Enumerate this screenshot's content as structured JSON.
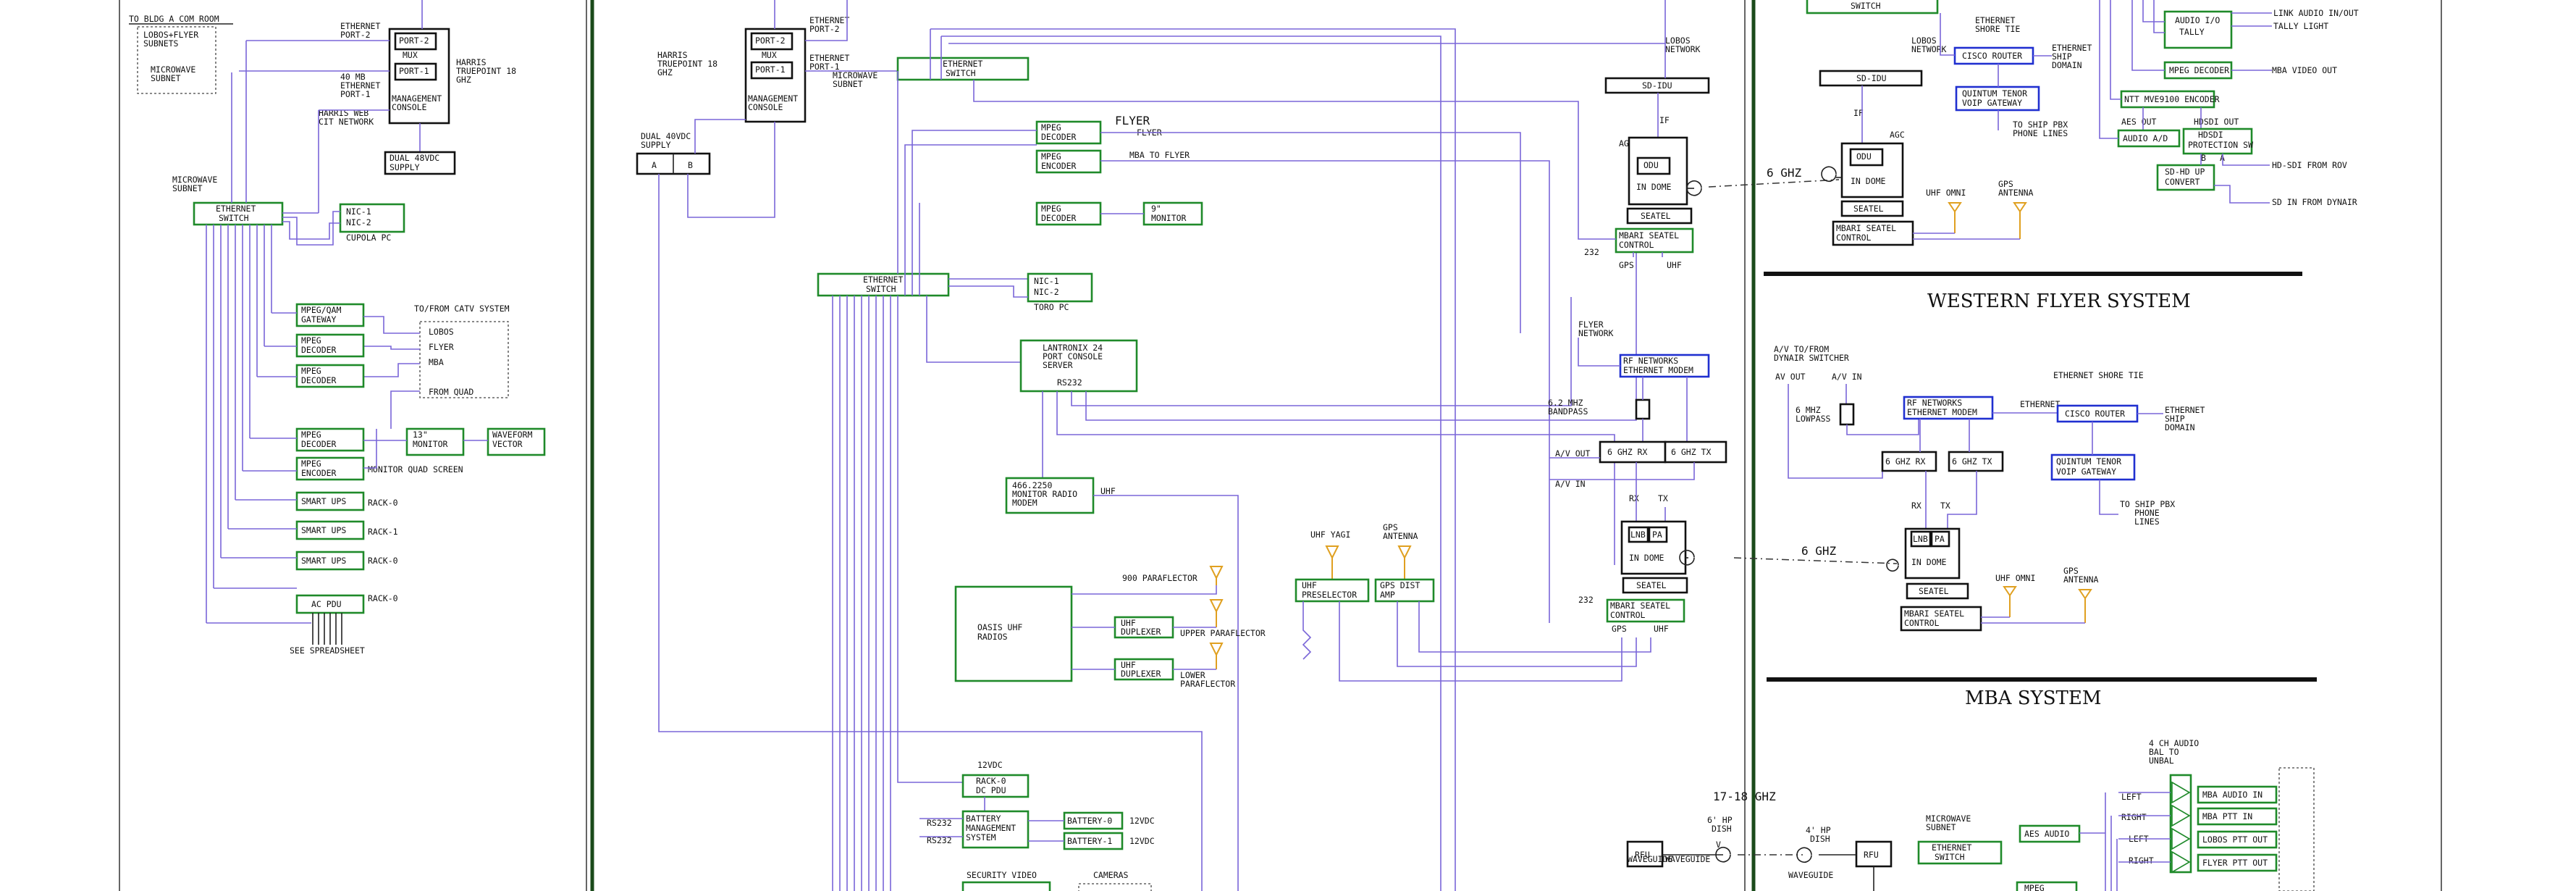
{
  "left": {
    "to_bldg": "TO BLDG A COM ROOM",
    "lobos_flyer_subnets": "LOBOS+FLYER",
    "subnets": "SUBNETS",
    "microwave": "MICROWAVE",
    "subnet": "SUBNET",
    "ethernet_port2": "ETHERNET",
    "port2": "PORT-2",
    "mb40": "40 MB",
    "ethernet_port1": "ETHERNET",
    "port1": "PORT-1",
    "harris_web": "HARRIS WEB",
    "cit_network": "CIT NETWORK",
    "mux_port2": "PORT-2",
    "mux": "MUX",
    "mux_port1": "PORT-1",
    "mgmt1": "MANAGEMENT",
    "mgmt2": "CONSOLE",
    "harris1": "HARRIS",
    "harris2": "TRUEPOINT 18",
    "harris3": "GHZ",
    "dual48_1": "DUAL 48VDC",
    "dual48_2": "SUPPLY",
    "mw_subnet1": "MICROWAVE",
    "mw_subnet2": "SUBNET",
    "eth_switch1": "ETHERNET",
    "eth_switch2": "SWITCH",
    "nic1": "NIC-1",
    "nic2": "NIC-2",
    "cupola_pc": "CUPOLA PC",
    "mpeg_qam1": "MPEG/QAM",
    "mpeg_qam2": "GATEWAY",
    "catv": "TO/FROM CATV SYSTEM",
    "catv_lobos": "LOBOS",
    "catv_flyer": "FLYER",
    "catv_mba": "MBA",
    "catv_quad": "FROM QUAD",
    "mpeg": "MPEG",
    "decoder": "DECODER",
    "encoder": "ENCODER",
    "monitor13_1": "13\"",
    "monitor13_2": "MONITOR",
    "waveform1": "WAVEFORM",
    "waveform2": "VECTOR",
    "monitor_quad": "MONITOR QUAD SCREEN",
    "smart_ups": "SMART UPS",
    "rack0": "RACK-0",
    "rack1": "RACK-1",
    "rack0b": "RACK-0",
    "ac_pdu": "AC PDU",
    "rack0c": "RACK-0",
    "see_spreadsheet": "SEE SPREADSHEET"
  },
  "middle": {
    "harris1": "HARRIS",
    "harris2": "TRUEPOINT 18",
    "harris3": "GHZ",
    "mux_port2": "PORT-2",
    "mux": "MUX",
    "mux_port1": "PORT-1",
    "mgmt1": "MANAGEMENT",
    "mgmt2": "CONSOLE",
    "eth_port2a": "ETHERNET",
    "eth_port2b": "PORT-2",
    "eth_port1a": "ETHERNET",
    "eth_port1b": "PORT-1",
    "mw_subnet1": "MICROWAVE",
    "mw_subnet2": "SUBNET",
    "eth_switch_top1": "ETHERNET",
    "eth_switch_top2": "SWITCH",
    "dual40_1": "DUAL 40VDC",
    "dual40_2": "SUPPLY",
    "box_a": "A",
    "box_b": "B",
    "mpeg": "MPEG",
    "decoder": "DECODER",
    "encoder": "ENCODER",
    "flyer": "FLYER",
    "flyer_small": "FLYER",
    "mba_to_flyer": "MBA TO FLYER",
    "monitor9_1": "9\"",
    "monitor9_2": "MONITOR",
    "eth_switch1": "ETHERNET",
    "eth_switch2": "SWITCH",
    "nic1": "NIC-1",
    "nic2": "NIC-2",
    "toro_pc": "TORO PC",
    "lantronix1": "LANTRONIX 24",
    "lantronix2": "PORT CONSOLE",
    "lantronix3": "SERVER",
    "rs232": "RS232",
    "radio1": "466.2250",
    "radio2": "MONITOR RADIO",
    "radio3": "MODEM",
    "uhf": "UHF",
    "parafl900": "900 PARAFLECTOR",
    "oasis1": "OASIS UHF",
    "oasis2": "RADIOS",
    "uhf_dup1": "UHF",
    "uhf_dup2": "DUPLEXER",
    "upper_para": "UPPER PARAFLECTOR",
    "lower_para1": "LOWER",
    "lower_para2": "PARAFLECTOR",
    "uhf_yagi": "UHF YAGI",
    "gps_ant1": "GPS",
    "gps_ant2": "ANTENNA",
    "uhf_pre1": "UHF",
    "uhf_pre2": "PRESELECTOR",
    "gps_dist1": "GPS DIST",
    "gps_dist2": "AMP",
    "v12": "12VDC",
    "rack0_1": "RACK-0",
    "rack0_2": "DC PDU",
    "batt_mgmt1": "BATTERY",
    "batt_mgmt2": "MANAGEMENT",
    "batt_mgmt3": "SYSTEM",
    "rs232a": "RS232",
    "rs232b": "RS232",
    "battery0": "BATTERY-0",
    "battery1": "BATTERY-1",
    "v12b": "12VDC",
    "v12c": "12VDC",
    "security_video": "SECURITY VIDEO",
    "cameras": "CAMERAS",
    "lobos_network1": "LOBOS",
    "lobos_network2": "NETWORK",
    "sd_idu": "SD-IDU",
    "if": "IF",
    "agc": "AGC",
    "odu": "ODU",
    "in_dome": "IN DOME",
    "seatel": "SEATEL",
    "mbari_seatel1": "MBARI SEATEL",
    "mbari_seatel2": "CONTROL",
    "n232": "232",
    "gps": "GPS",
    "uhf2": "UHF",
    "ghz6": "6 GHZ",
    "flyer_net1": "FLYER",
    "flyer_net2": "NETWORK",
    "rf_net1": "RF NETWORKS",
    "rf_net2": "ETHERNET MODEM",
    "bandpass1": "6.2 MHZ",
    "bandpass2": "BANDPASS",
    "av_out": "A/V OUT",
    "av_in": "A/V IN",
    "rx6": "6 GHZ RX",
    "tx6": "6 GHZ TX",
    "rx": "RX",
    "tx": "TX",
    "lnb": "LNB",
    "pa": "PA",
    "in_dome2": "IN DOME",
    "seatel2": "SEATEL",
    "n232b": "232",
    "mbari2_1": "MBARI SEATEL",
    "mbari2_2": "CONTROL",
    "gps2": "GPS",
    "uhf3": "UHF",
    "ghz_1718": "17-18 GHZ",
    "rfu": "RFU",
    "dish1": "6' HP",
    "dish2": "DISH",
    "dish3": "V",
    "waveguide": "WAVEGUIDE"
  },
  "right": {
    "switch_top": "SWITCH",
    "lobos_net1": "LOBOS",
    "lobos_net2": "NETWORK",
    "eth_shore1": "ETHERNET",
    "eth_shore2": "SHORE TIE",
    "cisco": "CISCO ROUTER",
    "eth_ship1": "ETHERNET",
    "eth_ship2": "SHIP",
    "eth_ship3": "DOMAIN",
    "quintum1": "QUINTUM TENOR",
    "quintum2": "VOIP GATEWAY",
    "ship_pbx1": "TO SHIP PBX",
    "ship_pbx2": "PHONE LINES",
    "sd_idu": "SD-IDU",
    "if": "IF",
    "agc": "AGC",
    "odu": "ODU",
    "in_dome": "IN DOME",
    "seatel": "SEATEL",
    "mbari1": "MBARI SEATEL",
    "mbari2": "CONTROL",
    "uhf_omni": "UHF OMNI",
    "gps_ant1": "GPS",
    "gps_ant2": "ANTENNA",
    "audio_io1": "AUDIO I/O",
    "audio_io2": "TALLY",
    "link_audio": "LINK AUDIO IN/OUT",
    "tally_light": "TALLY LIGHT",
    "mpeg_decoder": "MPEG DECODER",
    "mba_video_out": "MBA VIDEO OUT",
    "ntt": "NTT MVE9100 ENCODER",
    "aes_out": "AES OUT",
    "hdsdi_out": "HDSDI OUT",
    "audio_ad": "AUDIO A/D",
    "hdsdi_prot1": "HDSDI",
    "hdsdi_prot2": "PROTECTION SW",
    "a": "A",
    "b": "B",
    "hdsdi_rov": "HD-SDI FROM ROV",
    "sdhd1": "SD-HD UP",
    "sdhd2": "CONVERT",
    "sd_dynair": "SD IN FROM DYNAIR",
    "wf_title": "WESTERN FLYER SYSTEM",
    "av_dynair1": "A/V TO/FROM",
    "av_dynair2": "DYNAIR SWITCHER",
    "av_out": "AV OUT",
    "av_in": "A/V IN",
    "lowpass1": "6 MHZ",
    "lowpass2": "LOWPASS",
    "rf_net1": "RF NETWORKS",
    "rf_net2": "ETHERNET MODEM",
    "ethernet": "ETHERNET",
    "eth_shore_tie": "ETHERNET SHORE TIE",
    "cisco2": "CISCO ROUTER",
    "pbx1": "TO SHIP PBX",
    "pbx2": "PHONE",
    "pbx3": "LINES",
    "rx6": "6 GHZ RX",
    "tx6": "6 GHZ TX",
    "rx": "RX",
    "tx": "TX",
    "lnb": "LNB",
    "pa": "PA",
    "in_dome2": "IN DOME",
    "ghz6": "6 GHZ",
    "seatel2": "SEATEL",
    "uhf_omni2": "UHF OMNI",
    "gps2a": "GPS",
    "gps2b": "ANTENNA",
    "mbari3": "MBARI SEATEL",
    "mbari4": "CONTROL",
    "mba_title": "MBA SYSTEM",
    "ch4_1": "4 CH AUDIO",
    "ch4_2": "BAL TO",
    "ch4_3": "UNBAL",
    "left": "LEFT",
    "right": "RIGHT",
    "left2": "LEFT",
    "right2": "RIGHT",
    "mba_audio_in": "MBA AUDIO IN",
    "mba_ptt_in": "MBA PTT IN",
    "lobos_ptt_out": "LOBOS PTT OUT",
    "flyer_ptt_out": "FLYER PTT OUT",
    "aes_audio": "AES AUDIO",
    "mw_subnet1": "MICROWAVE",
    "mw_subnet2": "SUBNET",
    "eth_switch1": "ETHERNET",
    "eth_switch2": "SWITCH",
    "mpeg": "MPEG",
    "dish1": "4' HP",
    "dish2": "DISH",
    "rfu": "RFU",
    "waveguide": "WAVEGUIDE"
  }
}
